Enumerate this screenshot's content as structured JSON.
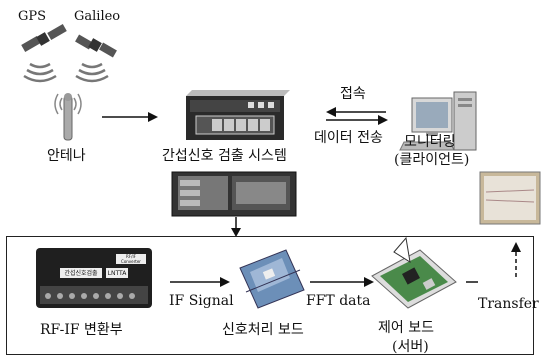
{
  "top": {
    "gps_label": "GPS",
    "galileo_label": "Galileo",
    "antenna_label": "안테나",
    "system_label": "간섭신호 검출 시스템",
    "access_label": "접속",
    "data_transfer_label": "데이터 전송",
    "monitoring_label": "모니터링",
    "client_label": "(클라이언트)"
  },
  "bottom": {
    "rf_if_label": "RF-IF 변환부",
    "if_signal_label": "IF Signal",
    "signal_board_label": "신호처리 보드",
    "fft_label": "FFT data",
    "control_board_label": "제어 보드",
    "server_label": "(서버)",
    "transfer_label": "Transfer",
    "rf_device_badge": "RF/IF Converter",
    "rf_device_text1": "간섭신호검출",
    "rf_device_text2": "LNTTA"
  },
  "colors": {
    "box_border": "#222222",
    "arrow": "#111111",
    "dark_device": "#2a2a2a",
    "board_green": "#4a8a4a",
    "board_blue": "#6c8fb8"
  }
}
